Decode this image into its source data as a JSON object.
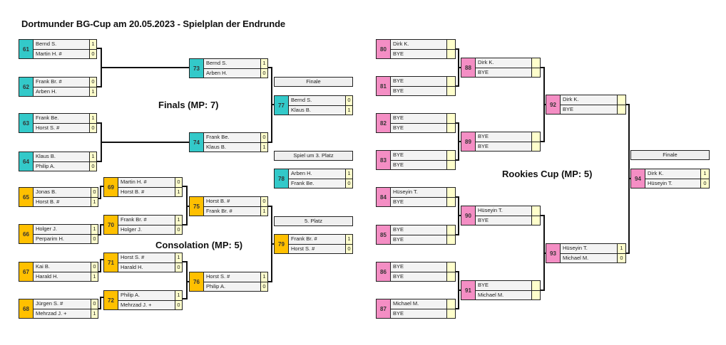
{
  "title": "Dortmunder BG-Cup am 20.05.2023 - Spielplan der Endrunde",
  "colors": {
    "finals": "#33c9c9",
    "consolation": "#ffc000",
    "rookies": "#f48ec4",
    "score_bg": "#ffffcc"
  },
  "sections": {
    "finals": "Finals (MP: 7)",
    "consolation": "Consolation (MP: 5)",
    "rookies": "Rookies Cup (MP: 5)"
  },
  "labels": {
    "finale_left": "Finale",
    "third_place": "Spiel um 3. Platz",
    "fifth_place": "5. Platz",
    "finale_right": "Finale"
  },
  "matches": {
    "m61": {
      "num": "61",
      "p1": "Bernd S.",
      "s1": "1",
      "p2": "Martin H. #",
      "s2": "0"
    },
    "m62": {
      "num": "62",
      "p1": "Frank Br. #",
      "s1": "0",
      "p2": "Arben H.",
      "s2": "1"
    },
    "m63": {
      "num": "63",
      "p1": "Frank Be.",
      "s1": "1",
      "p2": "Horst S. #",
      "s2": "0"
    },
    "m64": {
      "num": "64",
      "p1": "Klaus B.",
      "s1": "1",
      "p2": "Philip A.",
      "s2": "0"
    },
    "m73": {
      "num": "73",
      "p1": "Bernd S.",
      "s1": "1",
      "p2": "Arben H.",
      "s2": "0"
    },
    "m74": {
      "num": "74",
      "p1": "Frank Be.",
      "s1": "0",
      "p2": "Klaus B.",
      "s2": "1"
    },
    "m77": {
      "num": "77",
      "p1": "Bernd S.",
      "s1": "0",
      "p2": "Klaus B.",
      "s2": "1"
    },
    "m78": {
      "num": "78",
      "p1": "Arben H.",
      "s1": "1",
      "p2": "Frank Be.",
      "s2": "0"
    },
    "m65": {
      "num": "65",
      "p1": "Jonas B.",
      "s1": "0",
      "p2": "Horst B. #",
      "s2": "1"
    },
    "m66": {
      "num": "66",
      "p1": "Holger J.",
      "s1": "1",
      "p2": "Perparim H.",
      "s2": "0"
    },
    "m67": {
      "num": "67",
      "p1": "Kai B.",
      "s1": "0",
      "p2": "Harald H.",
      "s2": "1"
    },
    "m68": {
      "num": "68",
      "p1": "Jürgen S. #",
      "s1": "0",
      "p2": "Mehrzad J. +",
      "s2": "1"
    },
    "m69": {
      "num": "69",
      "p1": "Martin H. #",
      "s1": "0",
      "p2": "Horst B. #",
      "s2": "1"
    },
    "m70": {
      "num": "70",
      "p1": "Frank Br. #",
      "s1": "1",
      "p2": "Holger J.",
      "s2": "0"
    },
    "m71": {
      "num": "71",
      "p1": "Horst S. #",
      "s1": "1",
      "p2": "Harald H.",
      "s2": "0"
    },
    "m72": {
      "num": "72",
      "p1": "Philip A.",
      "s1": "1",
      "p2": "Mehrzad J. +",
      "s2": "0"
    },
    "m75": {
      "num": "75",
      "p1": "Horst B. #",
      "s1": "0",
      "p2": "Frank Br. #",
      "s2": "1"
    },
    "m76": {
      "num": "76",
      "p1": "Horst S. #",
      "s1": "1",
      "p2": "Philip A.",
      "s2": "0"
    },
    "m79": {
      "num": "79",
      "p1": "Frank Br. #",
      "s1": "1",
      "p2": "Horst S. #",
      "s2": "0"
    },
    "m80": {
      "num": "80",
      "p1": "Dirk K.",
      "s1": "",
      "p2": "BYE",
      "s2": ""
    },
    "m81": {
      "num": "81",
      "p1": "BYE",
      "s1": "",
      "p2": "BYE",
      "s2": ""
    },
    "m82": {
      "num": "82",
      "p1": "BYE",
      "s1": "",
      "p2": "BYE",
      "s2": ""
    },
    "m83": {
      "num": "83",
      "p1": "BYE",
      "s1": "",
      "p2": "BYE",
      "s2": ""
    },
    "m84": {
      "num": "84",
      "p1": "Hüseyin T.",
      "s1": "",
      "p2": "BYE",
      "s2": ""
    },
    "m85": {
      "num": "85",
      "p1": "BYE",
      "s1": "",
      "p2": "BYE",
      "s2": ""
    },
    "m86": {
      "num": "86",
      "p1": "BYE",
      "s1": "",
      "p2": "BYE",
      "s2": ""
    },
    "m87": {
      "num": "87",
      "p1": "Michael M.",
      "s1": "",
      "p2": "BYE",
      "s2": ""
    },
    "m88": {
      "num": "88",
      "p1": "Dirk K.",
      "s1": "",
      "p2": "BYE",
      "s2": ""
    },
    "m89": {
      "num": "89",
      "p1": "BYE",
      "s1": "",
      "p2": "BYE",
      "s2": ""
    },
    "m90": {
      "num": "90",
      "p1": "Hüseyin T.",
      "s1": "",
      "p2": "BYE",
      "s2": ""
    },
    "m91": {
      "num": "91",
      "p1": "BYE",
      "s1": "",
      "p2": "Michael M.",
      "s2": ""
    },
    "m92": {
      "num": "92",
      "p1": "Dirk K.",
      "s1": "",
      "p2": "BYE",
      "s2": ""
    },
    "m93": {
      "num": "93",
      "p1": "Hüseyin T.",
      "s1": "1",
      "p2": "Michael M.",
      "s2": "0"
    },
    "m94": {
      "num": "94",
      "p1": "Dirk K.",
      "s1": "1",
      "p2": "Hüseyin T.",
      "s2": "0"
    }
  }
}
